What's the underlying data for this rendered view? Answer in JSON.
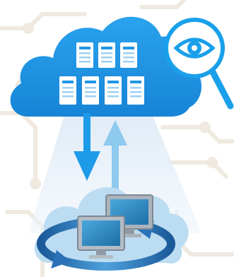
{
  "colors": {
    "background": "#ffffff",
    "circuit": "#f0ebe3",
    "cloud_primary": "#1f97e6",
    "cloud_secondary": "#b9d9f1",
    "light_beam": "#e3eef8",
    "arrow_down": "#1d9be8",
    "arrow_up": "#8ec9ee",
    "server": "#ffffff",
    "magnifier": "#1aa0ea",
    "monitor_frame": "#9fa8b2",
    "monitor_screen": "#2e8bc4",
    "sync_ring": "#2a73b8"
  },
  "illustration": {
    "subject": "cloud-data-center-with-monitoring",
    "server_racks_top_row": 3,
    "server_racks_bottom_row": 4,
    "monitors": 2
  }
}
